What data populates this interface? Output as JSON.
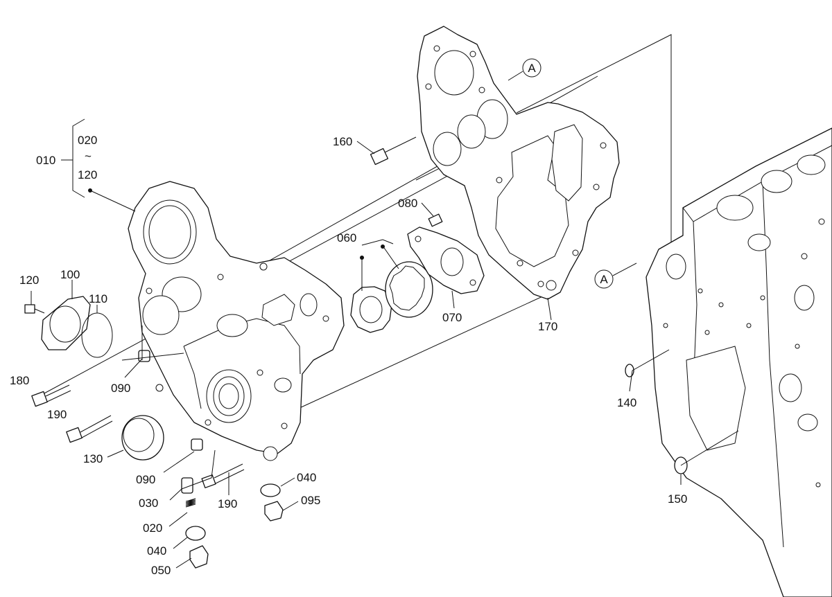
{
  "labels": {
    "p010": "010",
    "p020_top": "020",
    "p120_top": "120",
    "range_sym": "~",
    "p160": "160",
    "p080": "080",
    "p060": "060",
    "p070": "070",
    "p170": "170",
    "p120": "120",
    "p100": "100",
    "p110": "110",
    "p090a": "090",
    "p180": "180",
    "p190a": "190",
    "p130": "130",
    "p090b": "090",
    "p030": "030",
    "p020": "020",
    "p040a": "040",
    "p050": "050",
    "p190b": "190",
    "p040b": "040",
    "p095": "095",
    "p140": "140",
    "p150": "150",
    "refA1": "A",
    "refA2": "A"
  }
}
